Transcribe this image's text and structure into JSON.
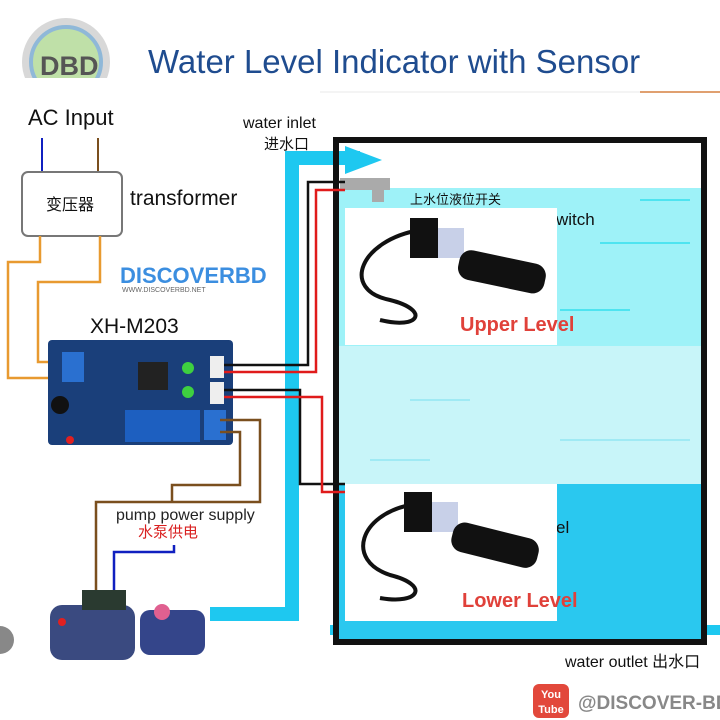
{
  "header": {
    "logo_text": "DBD",
    "title": "Water Level Indicator with Sensor"
  },
  "labels": {
    "ac_input": "AC Input",
    "transformer_cn": "变压器",
    "transformer": "transformer",
    "watermark_brand": "DISCOVERBD",
    "watermark_url": "WWW.DISCOVERBD.NET",
    "module": "XH-M203",
    "water_inlet": "water inlet",
    "water_inlet_cn": "进水口",
    "upper_switch_cn": "上水位液位开关",
    "upper_switch_partial": "witch",
    "lower_switch_partial": "el",
    "upper_level": "Upper Level",
    "lower_level": "Lower Level",
    "pump_power": "pump power supply",
    "pump_power_cn": "水泵供电",
    "water_outlet": "water outlet 出水口"
  },
  "footer": {
    "youtube_top": "You",
    "youtube_bottom": "Tube",
    "channel": "@DISCOVER-BD"
  },
  "colors": {
    "title": "#1f4c8f",
    "pipe": "#1ec8f0",
    "level_label": "#e0413a",
    "wire_red": "#e01b1b",
    "wire_black": "#111111",
    "wire_brown": "#7a4f1e",
    "wire_orange": "#e89a30",
    "wire_blue": "#1020c0",
    "board": "#1a3f7a",
    "youtube": "#e2483b"
  }
}
